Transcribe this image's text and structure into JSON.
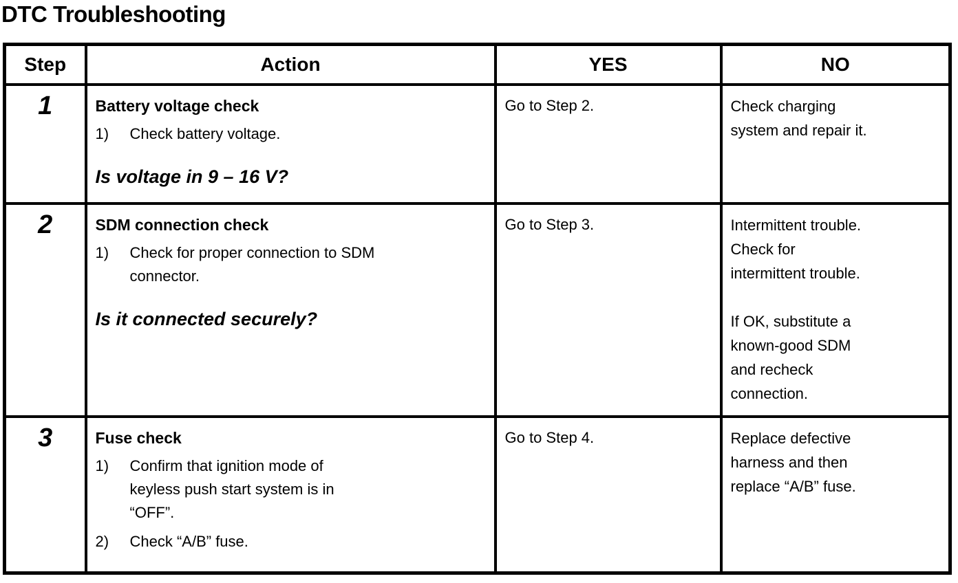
{
  "colors": {
    "text": "#000000",
    "background": "#ffffff",
    "border": "#000000"
  },
  "page": {
    "title": "DTC Troubleshooting"
  },
  "table": {
    "headers": {
      "step": "Step",
      "action": "Action",
      "yes": "YES",
      "no": "NO"
    },
    "rows": [
      {
        "step": "1",
        "action_title": "Battery voltage check",
        "items": [
          {
            "num": "1)",
            "text": "Check battery voltage."
          }
        ],
        "question": "Is voltage in 9 – 16 V?",
        "yes": "Go to Step 2.",
        "no": [
          "Check charging\nsystem and repair it."
        ]
      },
      {
        "step": "2",
        "action_title": "SDM connection check",
        "items": [
          {
            "num": "1)",
            "text": "Check for proper connection to SDM\nconnector."
          }
        ],
        "question": "Is it connected securely?",
        "yes": "Go to Step 3.",
        "no": [
          "Intermittent trouble.\nCheck for\nintermittent trouble.",
          "If OK, substitute a\nknown-good SDM\nand recheck\nconnection."
        ]
      },
      {
        "step": "3",
        "action_title": "Fuse check",
        "items": [
          {
            "num": "1)",
            "text": "Confirm that ignition mode of\nkeyless push start system is in\n“OFF”."
          },
          {
            "num": "2)",
            "text": "Check “A/B” fuse."
          }
        ],
        "yes": "Go to Step 4.",
        "no": [
          "Replace defective\nharness and then\nreplace “A/B” fuse."
        ]
      }
    ]
  }
}
